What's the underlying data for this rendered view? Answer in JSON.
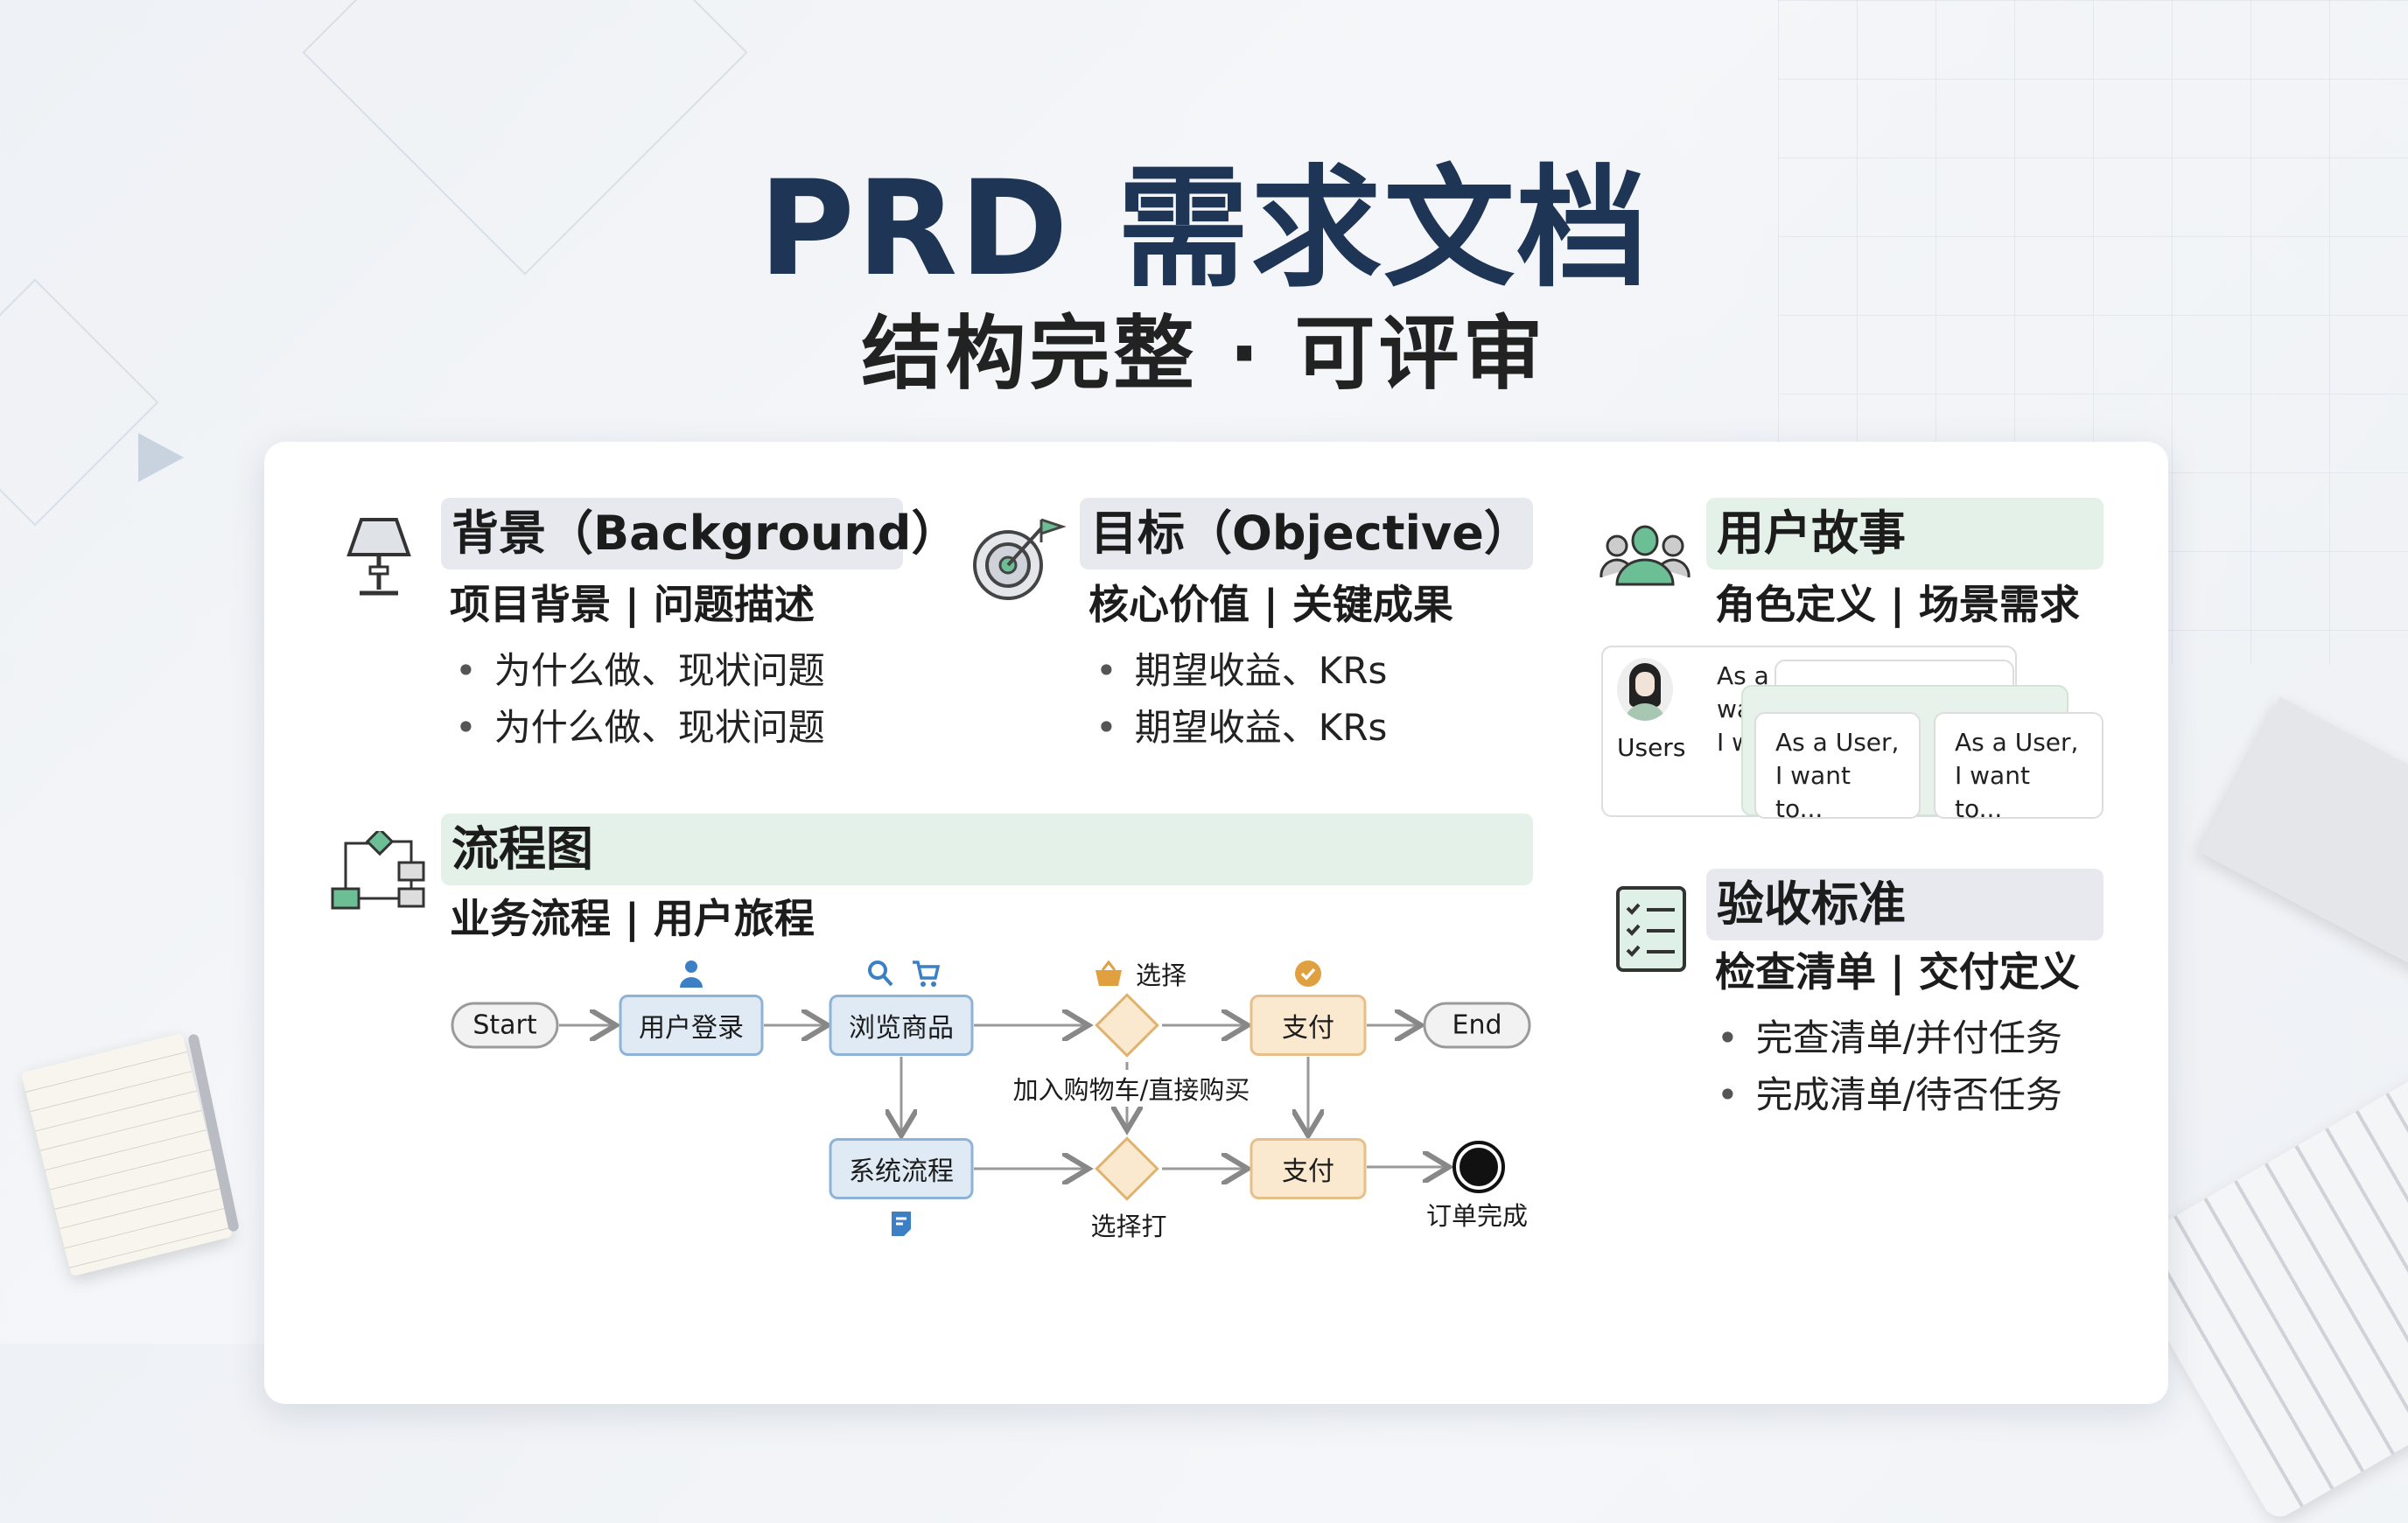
{
  "header": {
    "title": "PRD 需求文档",
    "subtitle": "结构完整 · 可评审"
  },
  "sections": {
    "background": {
      "title": "背景（Background）",
      "subtitle": "项目背景 | 问题描述",
      "bullets": [
        "为什么做、现状问题",
        "为什么做、现状问题"
      ],
      "icon": "lamp-icon"
    },
    "objective": {
      "title": "目标（Objective）",
      "subtitle": "核心价值 | 关键成果",
      "bullets": [
        "期望收益、KRs",
        "期望收益、KRs"
      ],
      "icon": "target-icon"
    },
    "user_story": {
      "title": "用户故事",
      "subtitle": "角色定义 | 场景需求",
      "icon": "users-icon",
      "avatar_label": "Users",
      "back_card_line1": "As a a us",
      "back_card_line2": "wa",
      "back_card_line3": "I w",
      "cards": [
        {
          "line1": "As a User,",
          "line2": "I want to..."
        },
        {
          "line1": "As a User,",
          "line2": "I want to..."
        }
      ]
    },
    "flow": {
      "title": "流程图",
      "subtitle": "业务流程 | 用户旅程",
      "icon": "flowchart-icon",
      "nodes": {
        "start": "Start",
        "login": "用户登录",
        "browse": "浏览商品",
        "pay1": "支付",
        "end": "End",
        "system": "系统流程",
        "pay2": "支付"
      },
      "labels": {
        "choose": "选择",
        "add_cart": "加入购物车/直接购买",
        "choose2": "选择打",
        "order_done": "订单完成"
      }
    },
    "acceptance": {
      "title": "验收标准",
      "subtitle": "检查清单 | 交付定义",
      "bullets": [
        "完查清单/并付任务",
        "完成清单/待否任务"
      ],
      "icon": "checklist-icon"
    }
  },
  "colors": {
    "title": "#1f3556",
    "green_header": "#e3f1e8",
    "gray_header": "#e8e9ef",
    "blue_node": "#dfeaf5",
    "orange_node": "#fbe9cf",
    "accent_green": "#6cbf94"
  }
}
